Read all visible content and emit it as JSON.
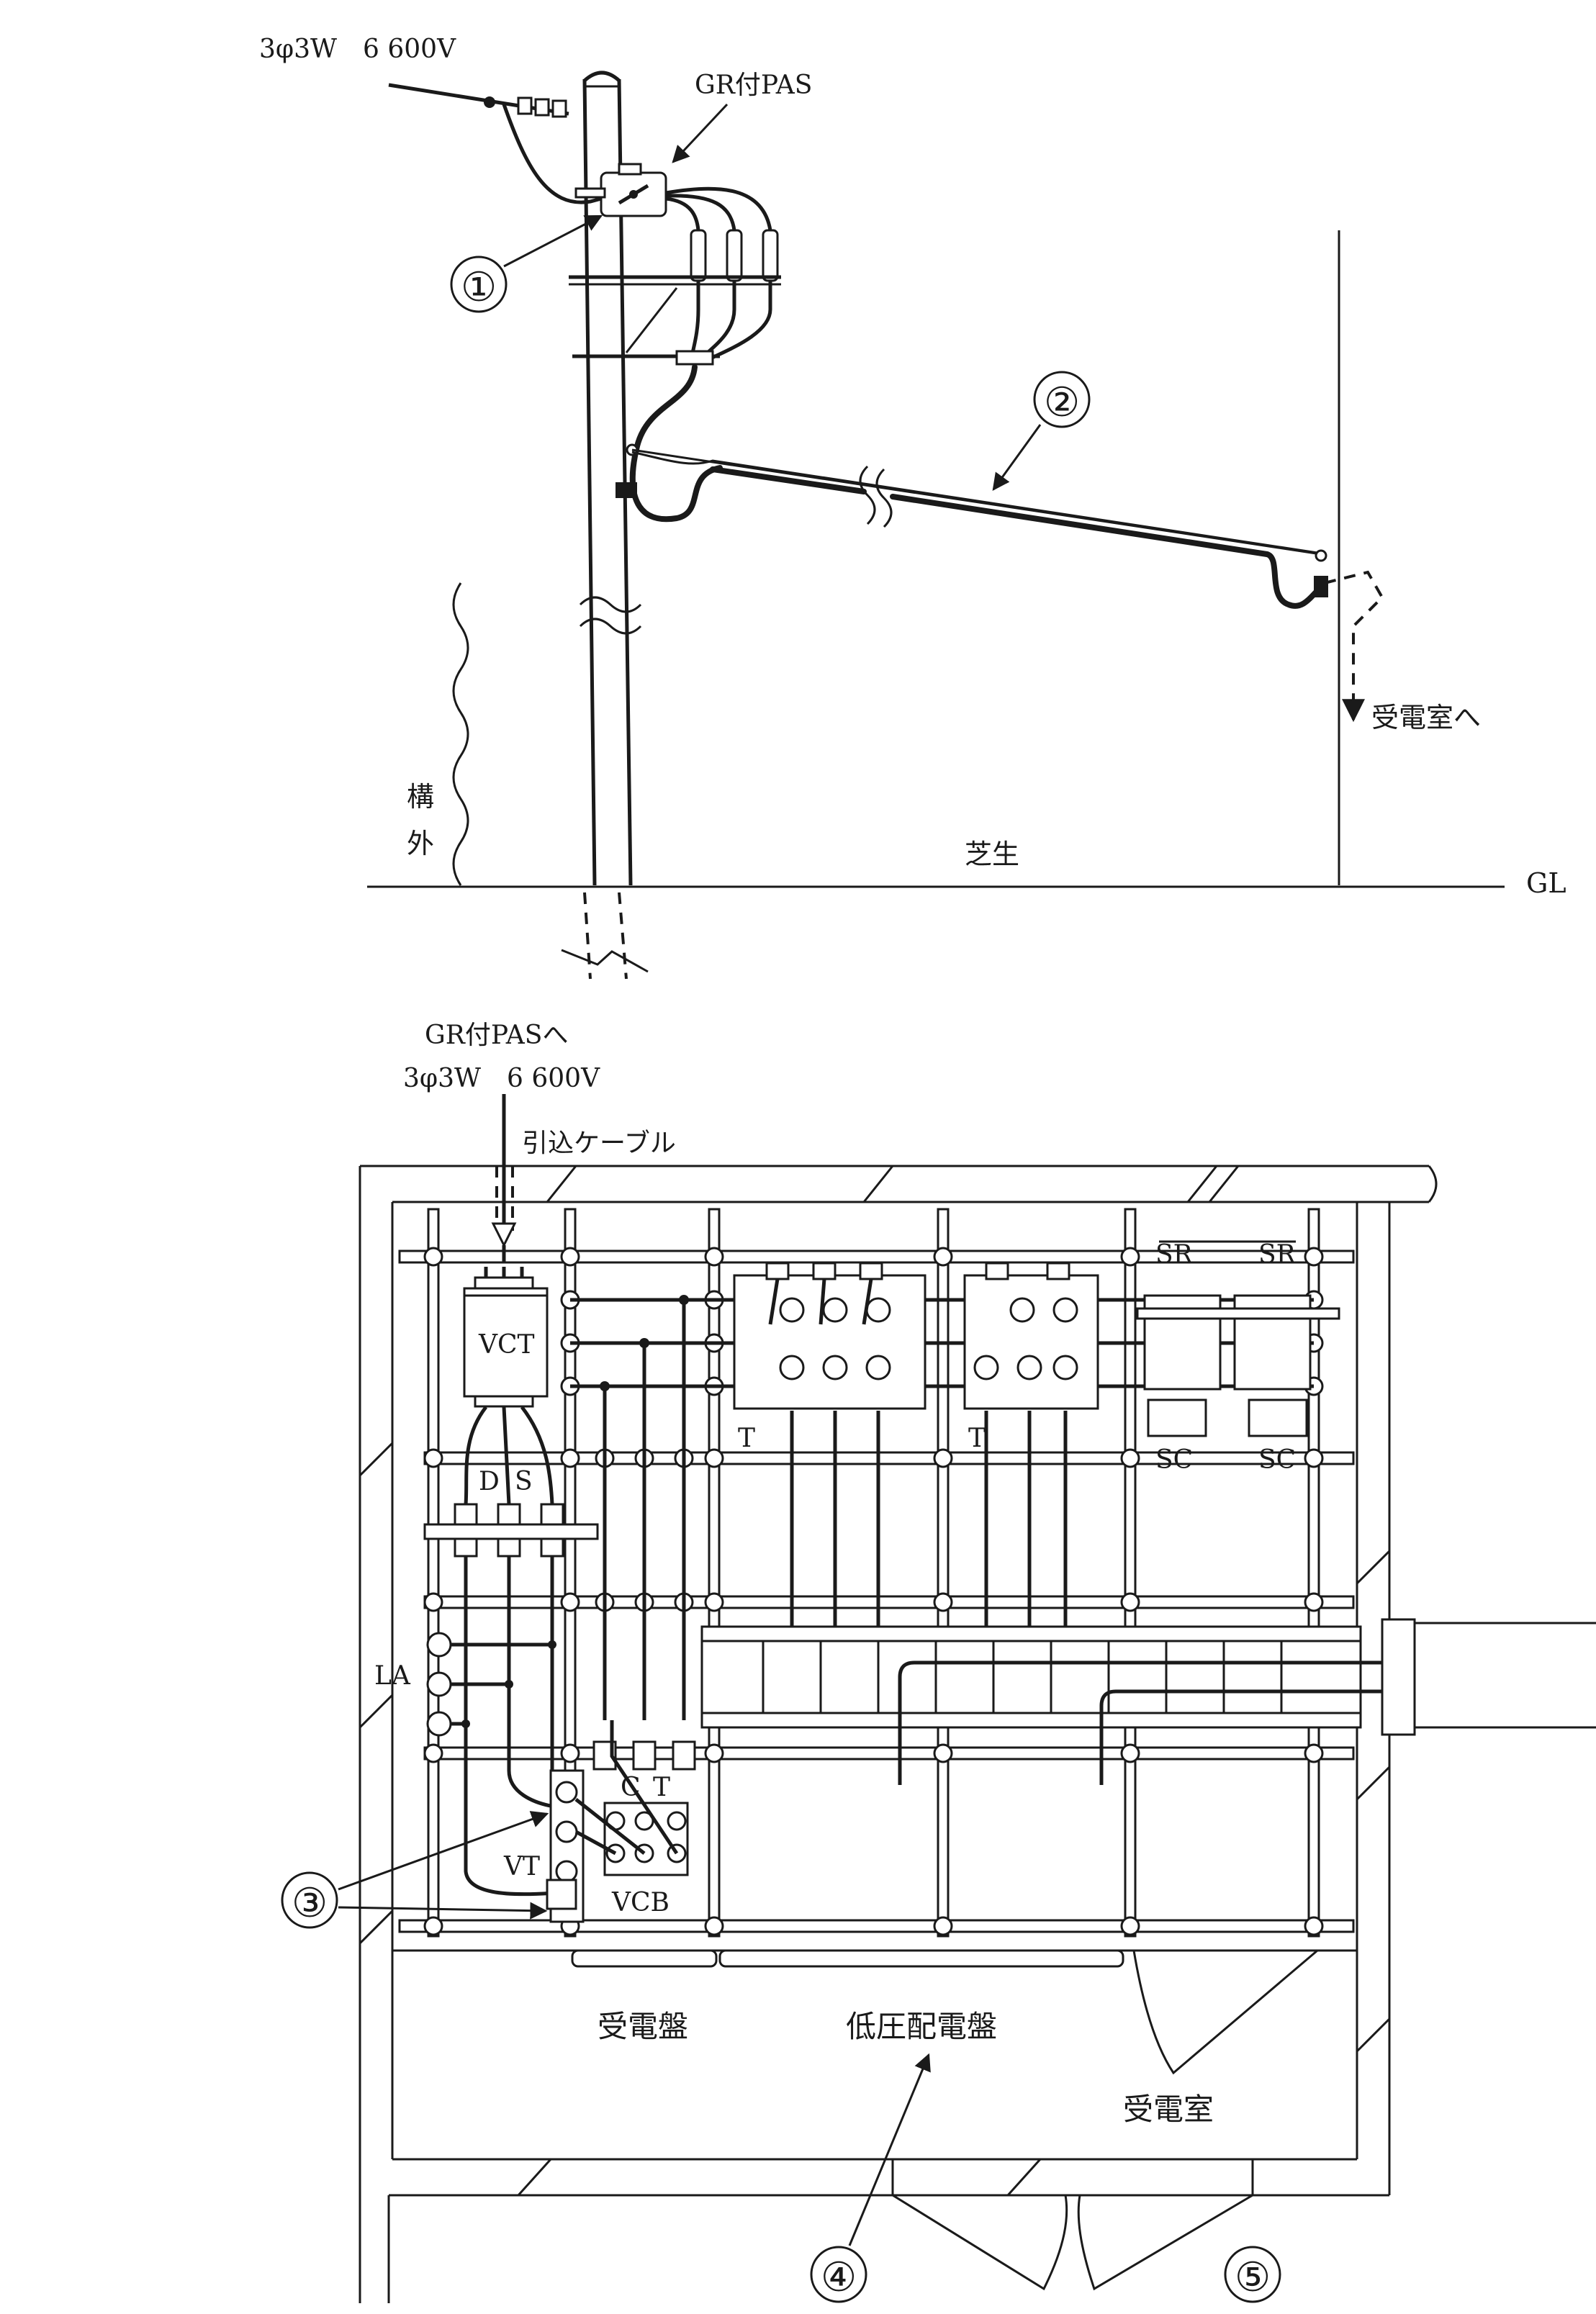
{
  "top": {
    "supply_label": "3φ3W　6 600V",
    "pas_label": "GR付PAS",
    "marker_1": "①",
    "marker_2": "②",
    "to_room_label": "受電室へ",
    "kougai_1": "構",
    "kougai_2": "外",
    "lawn_label": "芝生",
    "gl_label": "GL"
  },
  "bottom": {
    "to_pas_label": "GR付PASへ",
    "supply_label": "3φ3W　6 600V",
    "cable_label": "引込ケーブル",
    "vct_label": "VCT",
    "ds_d": "D",
    "ds_s": "S",
    "la_label": "LA",
    "ct_c": "C",
    "ct_t": "T",
    "vt_label": "VT",
    "vcb_label": "VCB",
    "t1_label": "T",
    "t2_label": "T",
    "sr1_label": "SR",
    "sr2_label": "SR",
    "sc1_label": "SC",
    "sc2_label": "SC",
    "marker_3": "③",
    "marker_4": "④",
    "marker_5": "⑤",
    "panel_receiving": "受電盤",
    "panel_lv": "低圧配電盤",
    "room_label": "受電室"
  }
}
